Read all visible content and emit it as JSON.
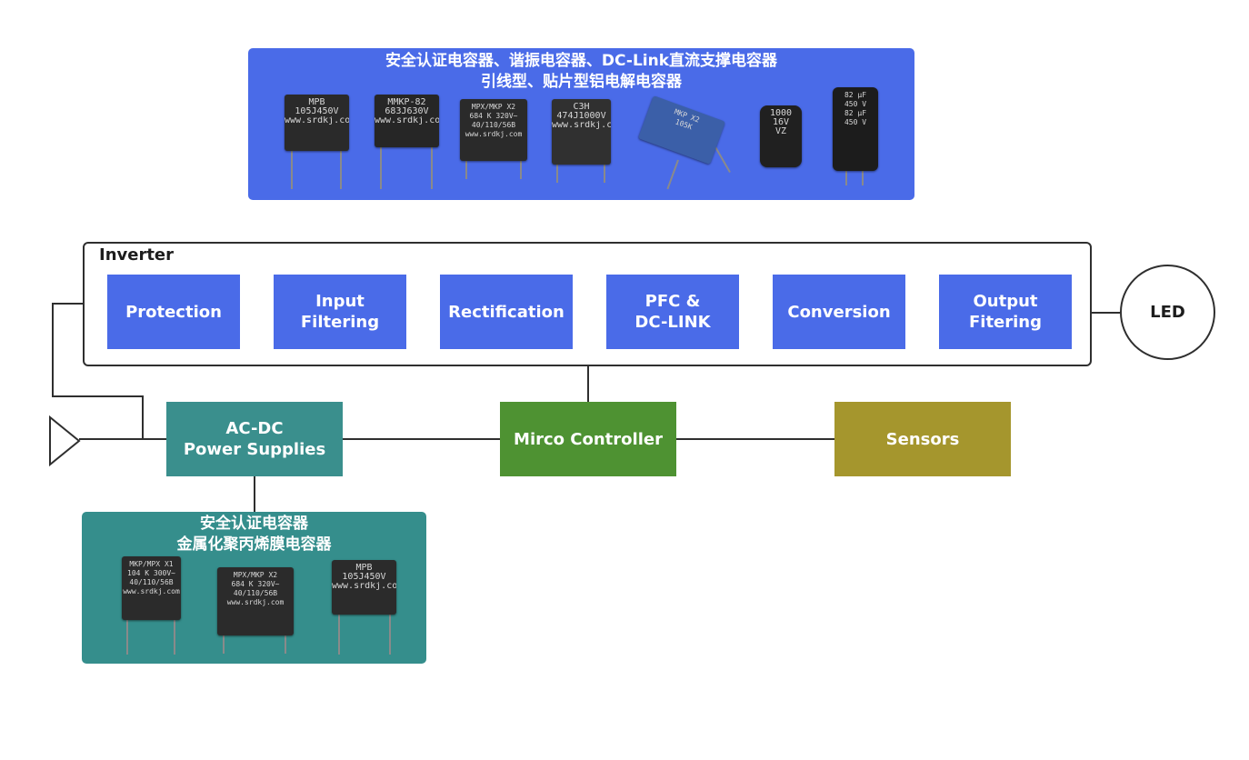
{
  "top_panel": {
    "title_line1": "安全认证电容器、谐振电容器、DC-Link直流支撑电容器",
    "title_line2": "引线型、贴片型铝电解电容器",
    "capacitors": [
      {
        "lines": [
          "MPB",
          "105J450V",
          "www.srdkj.com"
        ],
        "color": "#2a2a2a"
      },
      {
        "lines": [
          "MMKP-82",
          "683J630V",
          "www.srdkj.com"
        ],
        "color": "#262626"
      },
      {
        "lines": [
          "MPX/MKP X2",
          "684 K 320V~",
          "40/110/56B",
          "www.srdkj.com"
        ],
        "color": "#2a2a2a"
      },
      {
        "lines": [
          "C3H",
          "474J1000V",
          "www.srdkj.com"
        ],
        "color": "#303030"
      },
      {
        "lines": [
          "MKP X2",
          "105K"
        ],
        "color": "#3b5fa8"
      },
      {
        "lines": [
          "1000",
          "16V",
          "VZ"
        ],
        "color": "#202020"
      },
      {
        "lines": [
          "82 µF",
          "450 V",
          "82 µF",
          "450 V"
        ],
        "color": "#1c1c1c"
      }
    ]
  },
  "inverter": {
    "label": "Inverter",
    "blocks": [
      {
        "line1": "Protection",
        "line2": ""
      },
      {
        "line1": "Input",
        "line2": "Filtering"
      },
      {
        "line1": "Rectification",
        "line2": ""
      },
      {
        "line1": "PFC &",
        "line2": "DC-LINK"
      },
      {
        "line1": "Conversion",
        "line2": ""
      },
      {
        "line1": "Output",
        "line2": "Fitering"
      }
    ]
  },
  "led": {
    "label": "LED"
  },
  "ac_dc": {
    "line1": "AC-DC",
    "line2": "Power Supplies"
  },
  "mcu": {
    "label": "Mirco Controller"
  },
  "sensors": {
    "label": "Sensors"
  },
  "bottom_panel": {
    "title_line1": "安全认证电容器",
    "title_line2": "金属化聚丙烯膜电容器",
    "capacitors": [
      {
        "lines": [
          "MKP/MPX X1",
          "104 K 300V~",
          "40/110/56B",
          "www.srdkj.com"
        ]
      },
      {
        "lines": [
          "MPX/MKP X2",
          "684 K 320V~",
          "40/110/56B",
          "www.srdkj.com"
        ]
      },
      {
        "lines": [
          "MPB",
          "105J450V",
          "www.srdkj.com"
        ]
      }
    ]
  },
  "colors": {
    "blue_block": "#4a6be8",
    "teal_block": "#3a8f8d",
    "green_block": "#4e9232",
    "olive_block": "#a5962d",
    "wire": "#2f2f2f"
  }
}
